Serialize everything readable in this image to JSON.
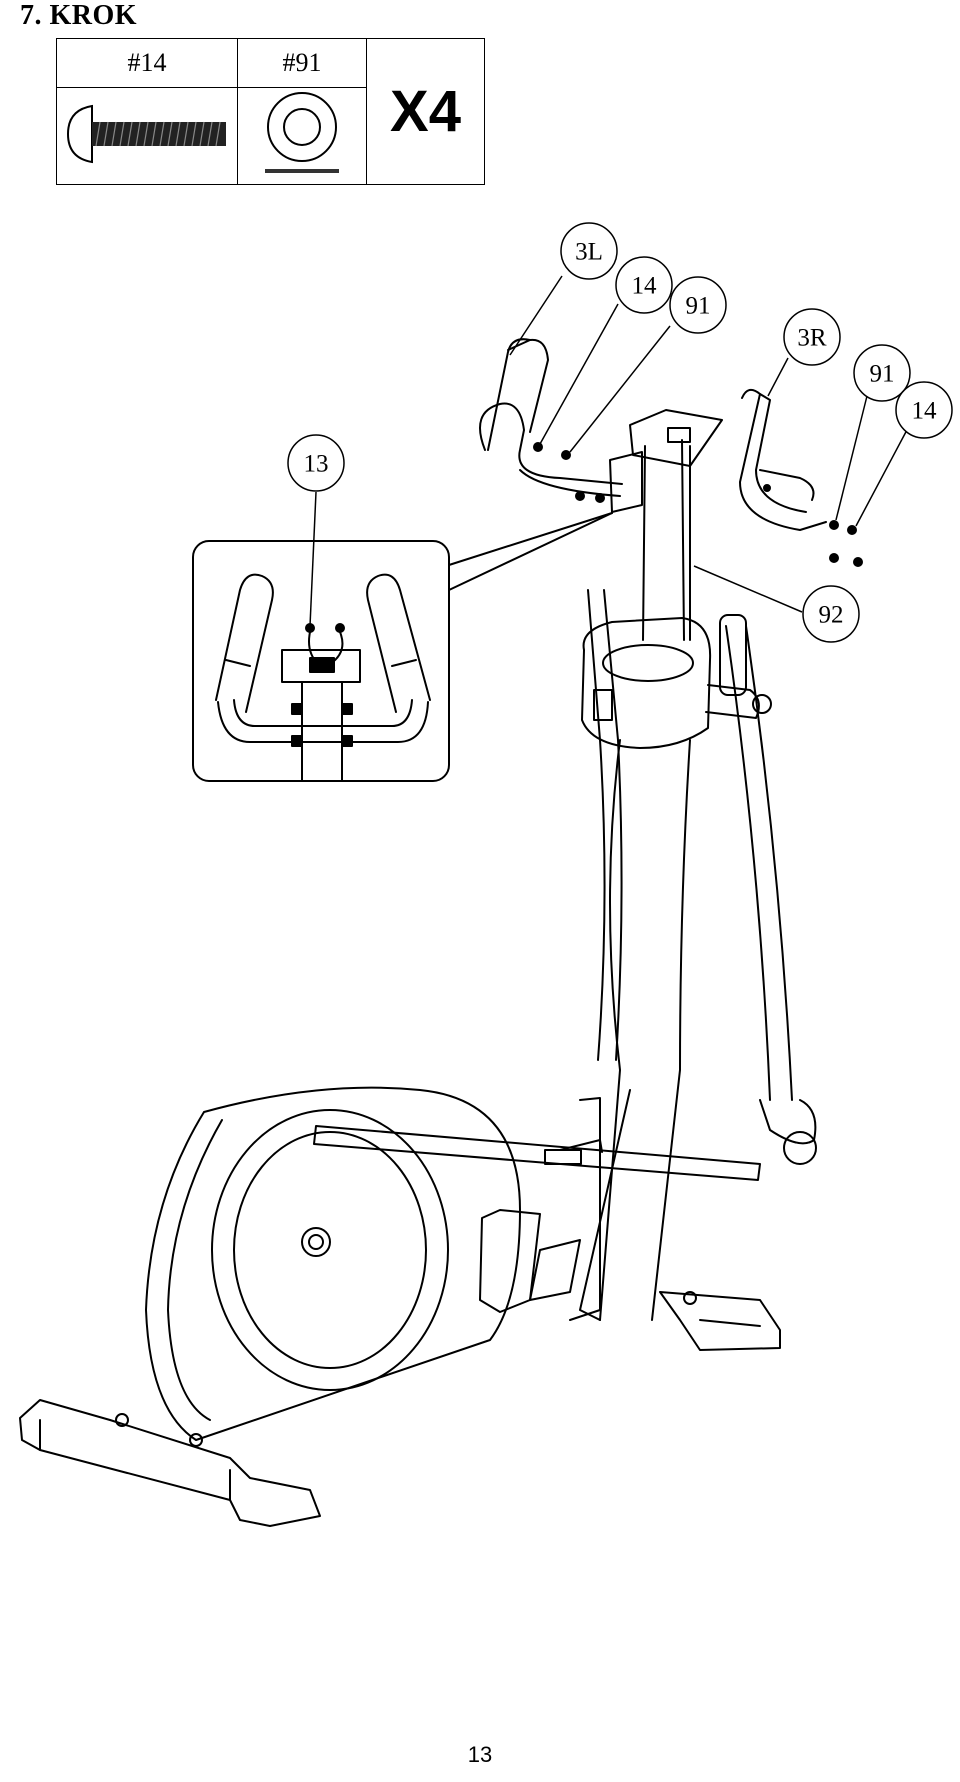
{
  "step": {
    "title": "7.   KROK"
  },
  "parts_table": {
    "headers": [
      "#14",
      "#91"
    ],
    "quantity": "X4",
    "icons": [
      "bolt-icon",
      "washer-icon"
    ]
  },
  "callouts": {
    "c3L": "3L",
    "c14a": "14",
    "c91a": "91",
    "c3R": "3R",
    "c91b": "91",
    "c14b": "14",
    "c13": "13",
    "c92": "92"
  },
  "footer": {
    "page_number": "13"
  }
}
